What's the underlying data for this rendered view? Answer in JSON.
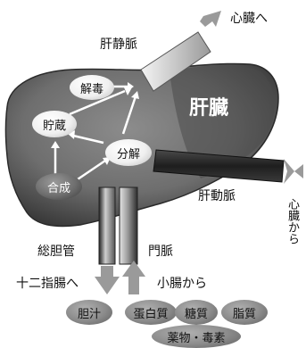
{
  "labels": {
    "to_heart_top": "心臓へ",
    "hepatic_vein": "肝静脈",
    "liver": "肝臓",
    "hepatic_artery": "肝動脈",
    "from_heart": "心臓から",
    "common_bile_duct": "総胆管",
    "portal_vein": "門脈",
    "to_duodenum": "十二指腸へ",
    "from_small_intestine": "小腸から"
  },
  "functions": {
    "detox": "解毒",
    "storage": "貯蔵",
    "decompose": "分解",
    "synthesis": "合成"
  },
  "bottom": {
    "bile": "胆汁",
    "protein": "蛋白質",
    "sugar": "糖質",
    "fat": "脂質",
    "drugs_toxins": "薬物・毒素"
  },
  "colors": {
    "liver": "#6e6e6e",
    "liver_dark": "#3a3a3a",
    "arrow": "#9a9a9a",
    "vessel_light": "#d8d8d8",
    "vessel_dark": "#2f2f2f"
  }
}
